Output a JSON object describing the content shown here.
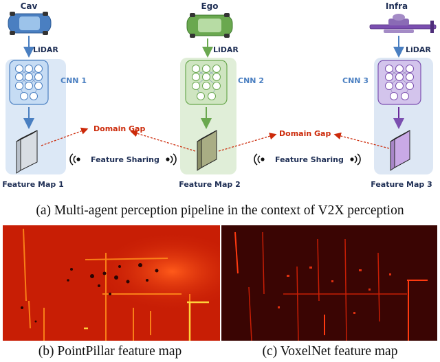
{
  "agents": [
    {
      "name": "Cav",
      "sensor": "LiDAR",
      "cnn": "CNN 1",
      "feature_map": "Feature Map 1",
      "color": "#4a7fc1"
    },
    {
      "name": "Ego",
      "sensor": "LiDAR",
      "cnn": "CNN 2",
      "feature_map": "Feature Map 2",
      "color": "#6aa84f"
    },
    {
      "name": "Infra",
      "sensor": "LiDAR",
      "cnn": "CNN 3",
      "feature_map": "Feature Map 3",
      "color": "#7b4fb0"
    }
  ],
  "links": {
    "domain_gap_left": "Domain Gap",
    "domain_gap_right": "Domain Gap",
    "feature_sharing_left": "Feature Sharing",
    "feature_sharing_right": "Feature Sharing"
  },
  "colors": {
    "domain_gap": "#cc2a0a",
    "label": "#1f2f55",
    "cav_panel": "#dce8f6",
    "ego_panel": "#e0eed8",
    "infra_panel": "#dde7f4",
    "heat_bg": "#c81e05",
    "heat_dark": "#2a0503"
  },
  "captions": {
    "main": "(a) Multi-agent perception pipeline in the context of V2X perception",
    "pointpillar": "(b)  PointPillar feature map",
    "voxelnet": "(c)  VoxelNet feature map"
  }
}
